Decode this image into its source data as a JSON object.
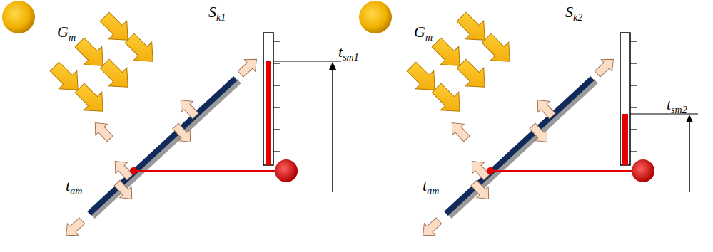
{
  "diagram": {
    "labels": [
      "Sk1",
      "Gm",
      "tsm1",
      "tam",
      "Sk2",
      "Gm",
      "tsm2",
      "tam"
    ]
  }
}
